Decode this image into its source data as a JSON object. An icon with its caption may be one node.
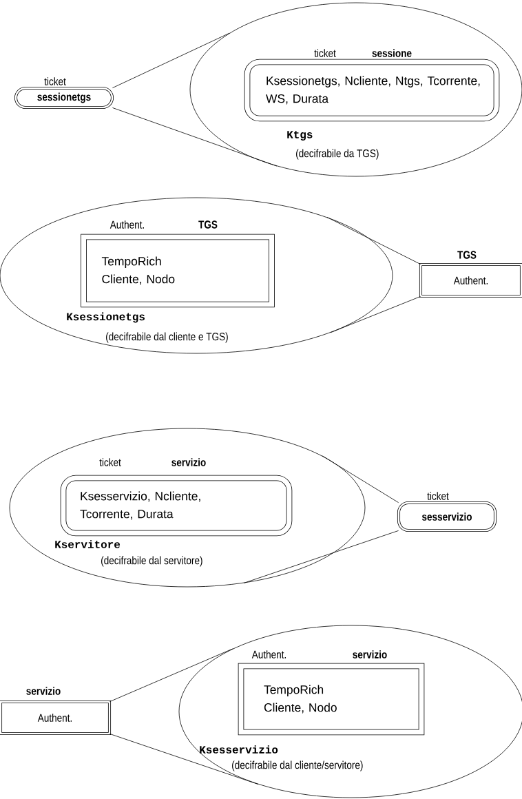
{
  "diagram": {
    "nodes": [
      {
        "text": [
          "ticket",
          "sessionetgs"
        ]
      },
      {
        "text": [
          "Ktgs",
          "(decifrabile da TGS)"
        ]
      },
      {
        "text": [
          "ticket",
          "sessione",
          "Ksessionetgs, Ncliente, Ntgs, Tcorrente, WS, Durata"
        ],
        "in": 1
      },
      {
        "text": [
          "Ksessionetgs",
          "(decifrabile dal cliente e TGS)"
        ]
      },
      {
        "text": [
          "Authent.",
          "TGS",
          "TempoRich Cliente, Nodo"
        ],
        "in": 3
      },
      {
        "text": [
          "TGS",
          "Authent."
        ]
      },
      {
        "text": [
          "Kservitore",
          "(decifrabile dal servitore)"
        ]
      },
      {
        "text": [
          "ticket",
          "servizio",
          "Ksesservizio, Ncliente, Tcorrente, Durata"
        ],
        "in": 6
      },
      {
        "text": [
          "ticket",
          "sesservizio"
        ]
      },
      {
        "text": [
          "servizio",
          "Authent."
        ]
      },
      {
        "text": [
          "Ksesservizio",
          "(decifrabile dal cliente/servitore)"
        ]
      },
      {
        "text": [
          "Authent.",
          "servizio",
          "TempoRich Cliente, Nodo"
        ],
        "in": 10
      }
    ],
    "edges": [
      {
        "from": 0,
        "to": 1,
        "arrow": "none"
      },
      {
        "from": 0,
        "to": 1,
        "arrow": "none"
      },
      {
        "from": 5,
        "to": 3,
        "arrow": "none"
      },
      {
        "from": 5,
        "to": 3,
        "arrow": "none"
      },
      {
        "from": 8,
        "to": 6,
        "arrow": "none"
      },
      {
        "from": 8,
        "to": 6,
        "arrow": "none"
      },
      {
        "from": 9,
        "to": 10,
        "arrow": "none"
      },
      {
        "from": 9,
        "to": 10,
        "arrow": "none"
      }
    ]
  }
}
